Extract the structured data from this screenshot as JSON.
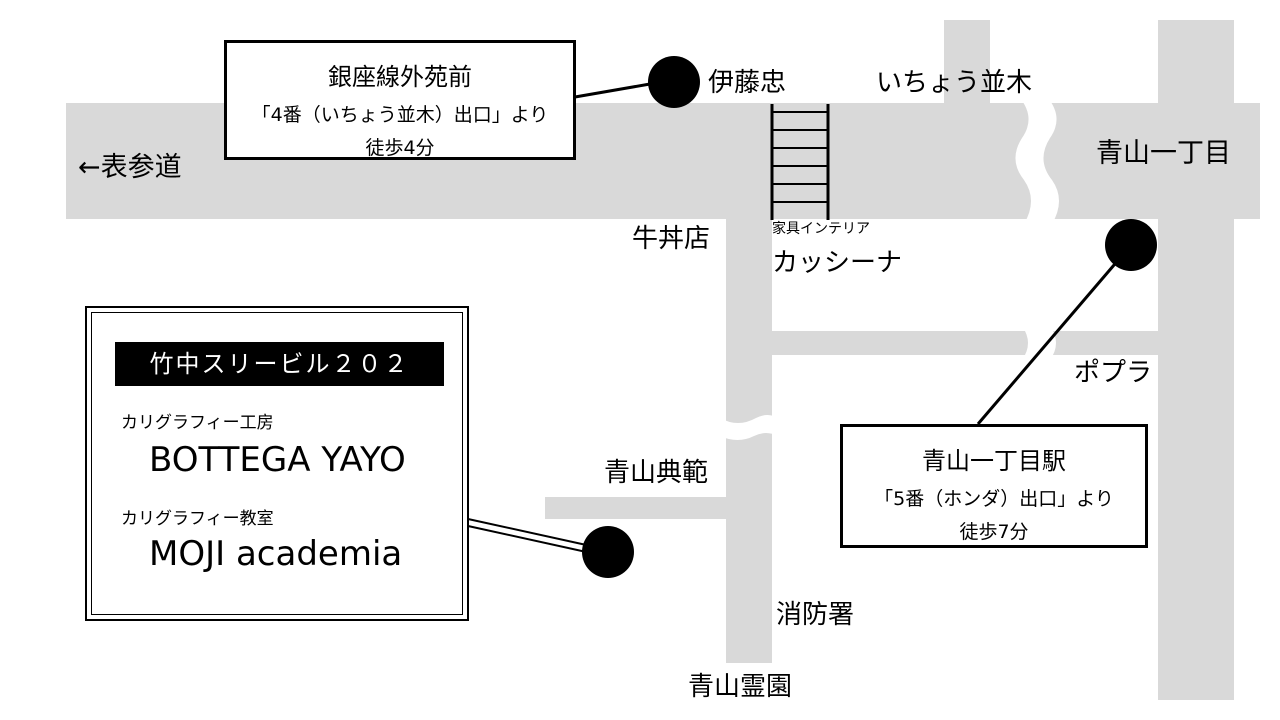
{
  "map": {
    "places": {
      "omotesando": "←表参道",
      "itochu": "伊藤忠",
      "ichou_namiki": "いちょう並木",
      "aoyama_itchome": "青山一丁目",
      "gyudon": "牛丼店",
      "furniture_small": "家具インテリア",
      "furniture_name": "カッシーナ",
      "poplar": "ポプラ",
      "aoyama_tenpan": "青山典範",
      "fire_station": "消防署",
      "cemetery": "青山霊園"
    },
    "station_gaienmae": {
      "name": "銀座線外苑前",
      "exit": "「4番（いちょう並木）出口」より",
      "walk": "徒歩4分"
    },
    "station_aoyama": {
      "name": "青山一丁目駅",
      "exit": "「5番（ホンダ）出口」より",
      "walk": "徒歩7分"
    },
    "building": {
      "name": "竹中スリービル２０２",
      "studio_label": "カリグラフィー工房",
      "studio_name": "BOTTEGA YAYO",
      "school_label": "カリグラフィー教室",
      "school_name": "MOJI academia"
    }
  }
}
